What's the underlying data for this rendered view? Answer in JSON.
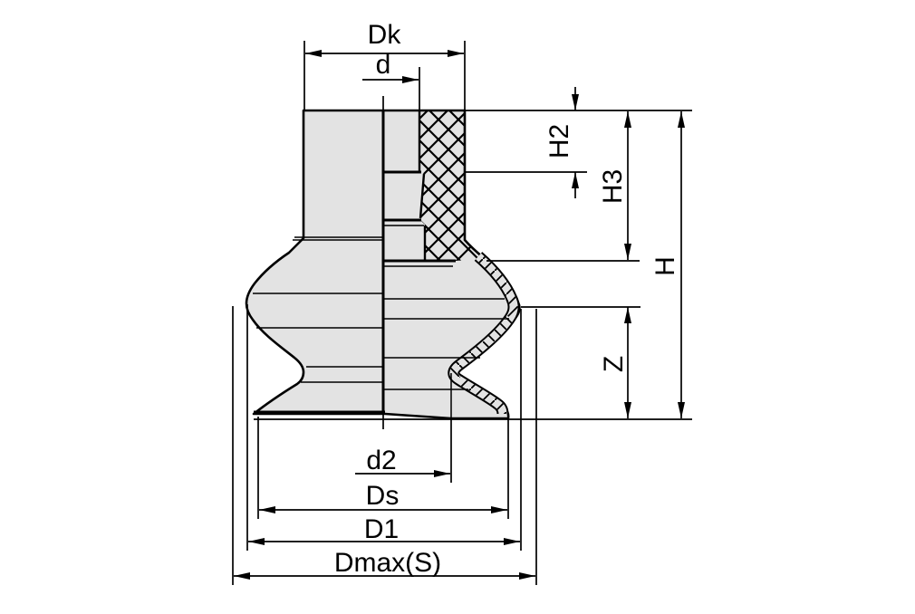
{
  "diagram": {
    "type": "technical-drawing",
    "subject": "Bellows suction cup cross-section with dimension lines",
    "colors": {
      "background": "#ffffff",
      "part_fill": "#e3e3e3",
      "line": "#000000"
    },
    "dim_labels": {
      "dk": "Dk",
      "d": "d",
      "h2": "H2",
      "h3": "H3",
      "h": "H",
      "z": "Z",
      "d2": "d2",
      "ds": "Ds",
      "d1": "D1",
      "dmax_s": "Dmax(S)"
    }
  }
}
